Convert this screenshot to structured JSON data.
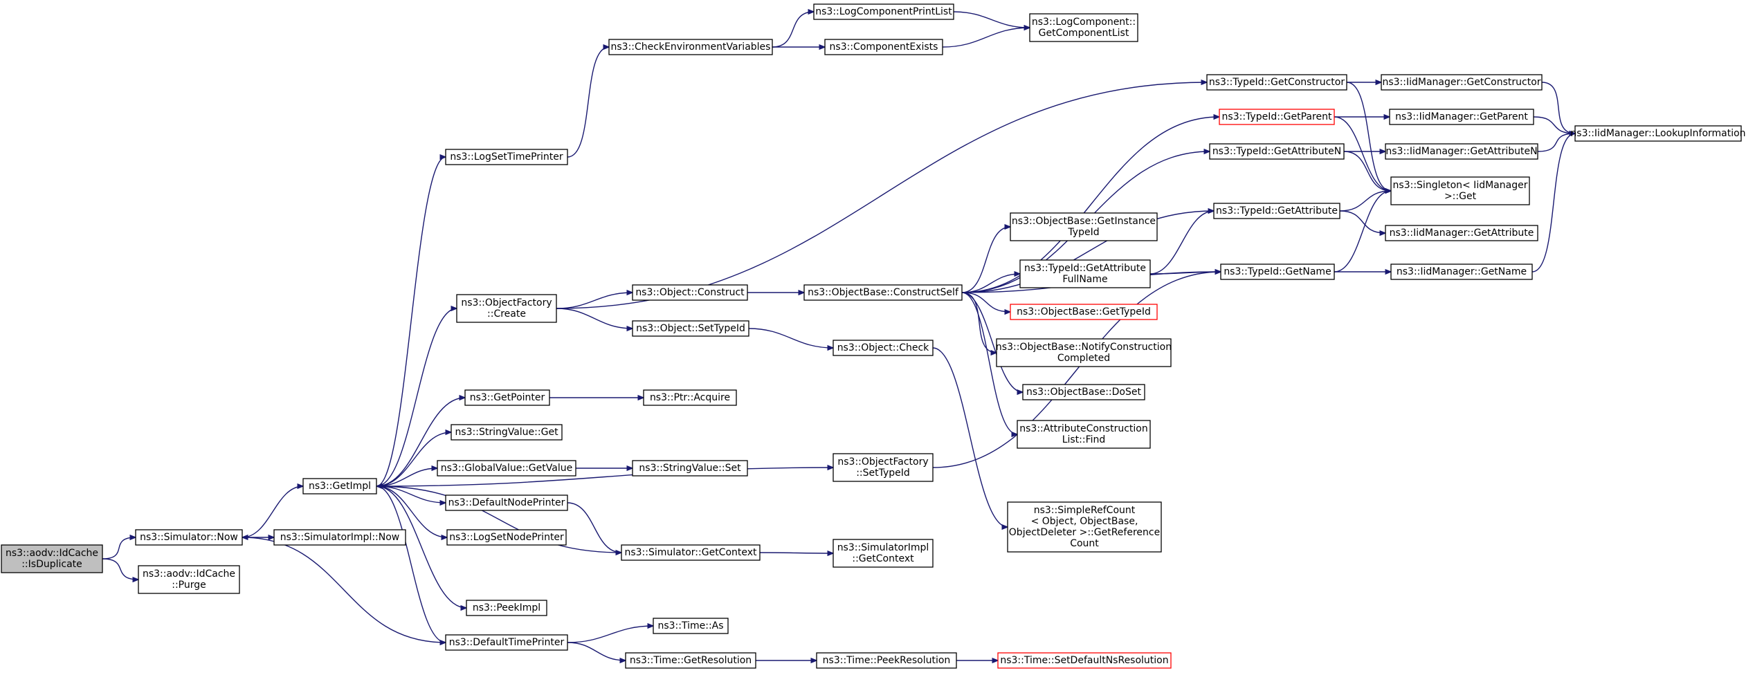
{
  "colors": {
    "edge": "#191970",
    "root_fill": "#bfbfbf",
    "node_border": "#000000",
    "truncated_border": "#ff0000"
  },
  "nodes": [
    {
      "id": "isdup",
      "lines": [
        "ns3::aodv::IdCache",
        "::IsDuplicate"
      ],
      "style": "root"
    },
    {
      "id": "simnow",
      "lines": [
        "ns3::Simulator::Now"
      ]
    },
    {
      "id": "purge",
      "lines": [
        "ns3::aodv::IdCache",
        "::Purge"
      ]
    },
    {
      "id": "getimpl",
      "lines": [
        "ns3::GetImpl"
      ]
    },
    {
      "id": "simimplnow",
      "lines": [
        "ns3::SimulatorImpl::Now"
      ]
    },
    {
      "id": "logsettp",
      "lines": [
        "ns3::LogSetTimePrinter"
      ]
    },
    {
      "id": "checkenv",
      "lines": [
        "ns3::CheckEnvironmentVariables"
      ]
    },
    {
      "id": "logcpl",
      "lines": [
        "ns3::LogComponentPrintList"
      ]
    },
    {
      "id": "compexists",
      "lines": [
        "ns3::ComponentExists"
      ]
    },
    {
      "id": "logcompget",
      "lines": [
        "ns3::LogComponent::",
        "GetComponentList"
      ]
    },
    {
      "id": "objfcreate",
      "lines": [
        "ns3::ObjectFactory",
        "::Create"
      ]
    },
    {
      "id": "objconstr",
      "lines": [
        "ns3::Object::Construct"
      ]
    },
    {
      "id": "objsettid",
      "lines": [
        "ns3::Object::SetTypeId"
      ]
    },
    {
      "id": "getptr",
      "lines": [
        "ns3::GetPointer"
      ]
    },
    {
      "id": "ptracq",
      "lines": [
        "ns3::Ptr::Acquire"
      ]
    },
    {
      "id": "strvget",
      "lines": [
        "ns3::StringValue::Get"
      ]
    },
    {
      "id": "gvgetv",
      "lines": [
        "ns3::GlobalValue::GetValue"
      ]
    },
    {
      "id": "strvset",
      "lines": [
        "ns3::StringValue::Set"
      ]
    },
    {
      "id": "defnodep",
      "lines": [
        "ns3::DefaultNodePrinter"
      ]
    },
    {
      "id": "logsetnp",
      "lines": [
        "ns3::LogSetNodePrinter"
      ]
    },
    {
      "id": "simgetctx",
      "lines": [
        "ns3::Simulator::GetContext"
      ]
    },
    {
      "id": "peekimpl",
      "lines": [
        "ns3::PeekImpl"
      ]
    },
    {
      "id": "deftp",
      "lines": [
        "ns3::DefaultTimePrinter"
      ]
    },
    {
      "id": "timeas",
      "lines": [
        "ns3::Time::As"
      ]
    },
    {
      "id": "timegetres",
      "lines": [
        "ns3::Time::GetResolution"
      ]
    },
    {
      "id": "timepeek",
      "lines": [
        "ns3::Time::PeekResolution"
      ]
    },
    {
      "id": "timesetdef",
      "lines": [
        "ns3::Time::SetDefaultNsResolution"
      ],
      "style": "red"
    },
    {
      "id": "objcheck",
      "lines": [
        "ns3::Object::Check"
      ]
    },
    {
      "id": "objfsettid",
      "lines": [
        "ns3::ObjectFactory",
        "::SetTypeId"
      ]
    },
    {
      "id": "simimplctx",
      "lines": [
        "ns3::SimulatorImpl",
        "::GetContext"
      ]
    },
    {
      "id": "obconstself",
      "lines": [
        "ns3::ObjectBase::ConstructSelf"
      ]
    },
    {
      "id": "obgetinst",
      "lines": [
        "ns3::ObjectBase::GetInstance",
        "TypeId"
      ]
    },
    {
      "id": "tidgetafn",
      "lines": [
        "ns3::TypeId::GetAttribute",
        "FullName"
      ]
    },
    {
      "id": "obgettid",
      "lines": [
        "ns3::ObjectBase::GetTypeId"
      ],
      "style": "red"
    },
    {
      "id": "obnotify",
      "lines": [
        "ns3::ObjectBase::NotifyConstruction",
        "Completed"
      ]
    },
    {
      "id": "obdoset",
      "lines": [
        "ns3::ObjectBase::DoSet"
      ]
    },
    {
      "id": "acfind",
      "lines": [
        "ns3::AttributeConstruction",
        "List::Find"
      ]
    },
    {
      "id": "srcget",
      "lines": [
        "ns3::SimpleRefCount",
        "< Object, ObjectBase,",
        "ObjectDeleter >::GetReference",
        "Count"
      ]
    },
    {
      "id": "tidgetctor",
      "lines": [
        "ns3::TypeId::GetConstructor"
      ]
    },
    {
      "id": "tidgetpar",
      "lines": [
        "ns3::TypeId::GetParent"
      ],
      "style": "red"
    },
    {
      "id": "tidgetan",
      "lines": [
        "ns3::TypeId::GetAttributeN"
      ]
    },
    {
      "id": "tidgetattr",
      "lines": [
        "ns3::TypeId::GetAttribute"
      ]
    },
    {
      "id": "tidgetname",
      "lines": [
        "ns3::TypeId::GetName"
      ]
    },
    {
      "id": "iidgetctor",
      "lines": [
        "ns3::IidManager::GetConstructor"
      ]
    },
    {
      "id": "iidgetpar",
      "lines": [
        "ns3::IidManager::GetParent"
      ]
    },
    {
      "id": "iidgetan",
      "lines": [
        "ns3::IidManager::GetAttributeN"
      ]
    },
    {
      "id": "singget",
      "lines": [
        "ns3::Singleton< IidManager",
        " >::Get"
      ]
    },
    {
      "id": "iidgetattr",
      "lines": [
        "ns3::IidManager::GetAttribute"
      ]
    },
    {
      "id": "iidgetname",
      "lines": [
        "ns3::IidManager::GetName"
      ]
    },
    {
      "id": "iidlookup",
      "lines": [
        "ns3::IidManager::LookupInformation"
      ]
    }
  ],
  "edges": [
    [
      "isdup",
      "simnow"
    ],
    [
      "isdup",
      "purge"
    ],
    [
      "simnow",
      "getimpl"
    ],
    [
      "simnow",
      "simimplnow"
    ],
    [
      "getimpl",
      "logsettp"
    ],
    [
      "getimpl",
      "objfcreate"
    ],
    [
      "getimpl",
      "getptr"
    ],
    [
      "getimpl",
      "strvget"
    ],
    [
      "getimpl",
      "gvgetv"
    ],
    [
      "getimpl",
      "defnodep"
    ],
    [
      "getimpl",
      "logsetnp"
    ],
    [
      "getimpl",
      "peekimpl"
    ],
    [
      "getimpl",
      "deftp"
    ],
    [
      "getimpl",
      "objfsettid"
    ],
    [
      "logsettp",
      "checkenv"
    ],
    [
      "checkenv",
      "logcpl"
    ],
    [
      "checkenv",
      "compexists"
    ],
    [
      "logcpl",
      "logcompget"
    ],
    [
      "compexists",
      "logcompget"
    ],
    [
      "objfcreate",
      "objconstr"
    ],
    [
      "objfcreate",
      "objsettid"
    ],
    [
      "objfcreate",
      "tidgetctor"
    ],
    [
      "objconstr",
      "obconstself"
    ],
    [
      "objsettid",
      "objcheck"
    ],
    [
      "getptr",
      "ptracq"
    ],
    [
      "gvgetv",
      "strvset"
    ],
    [
      "defnodep",
      "simgetctx"
    ],
    [
      "simgetctx",
      "simimplctx"
    ],
    [
      "simgetctx",
      "getimpl"
    ],
    [
      "deftp",
      "simnow"
    ],
    [
      "deftp",
      "timeas"
    ],
    [
      "deftp",
      "timegetres"
    ],
    [
      "timegetres",
      "timepeek"
    ],
    [
      "timepeek",
      "timesetdef"
    ],
    [
      "objcheck",
      "srcget"
    ],
    [
      "objfsettid",
      "tidgetname"
    ],
    [
      "obconstself",
      "tidgetpar"
    ],
    [
      "obconstself",
      "tidgetan"
    ],
    [
      "obconstself",
      "tidgetattr"
    ],
    [
      "obconstself",
      "obgetinst"
    ],
    [
      "obconstself",
      "tidgetafn"
    ],
    [
      "obconstself",
      "obgettid"
    ],
    [
      "obconstself",
      "obnotify"
    ],
    [
      "obconstself",
      "obdoset"
    ],
    [
      "obconstself",
      "acfind"
    ],
    [
      "obconstself",
      "tidgetname"
    ],
    [
      "tidgetafn",
      "tidgetattr"
    ],
    [
      "tidgetafn",
      "tidgetname"
    ],
    [
      "tidgetctor",
      "iidgetctor"
    ],
    [
      "tidgetctor",
      "singget"
    ],
    [
      "tidgetpar",
      "iidgetpar"
    ],
    [
      "tidgetpar",
      "singget"
    ],
    [
      "tidgetan",
      "iidgetan"
    ],
    [
      "tidgetan",
      "singget"
    ],
    [
      "tidgetattr",
      "singget"
    ],
    [
      "tidgetattr",
      "iidgetattr"
    ],
    [
      "tidgetname",
      "singget"
    ],
    [
      "tidgetname",
      "iidgetname"
    ],
    [
      "iidgetctor",
      "iidlookup"
    ],
    [
      "iidgetpar",
      "iidlookup"
    ],
    [
      "iidgetan",
      "iidlookup"
    ],
    [
      "iidgetname",
      "iidlookup"
    ]
  ]
}
